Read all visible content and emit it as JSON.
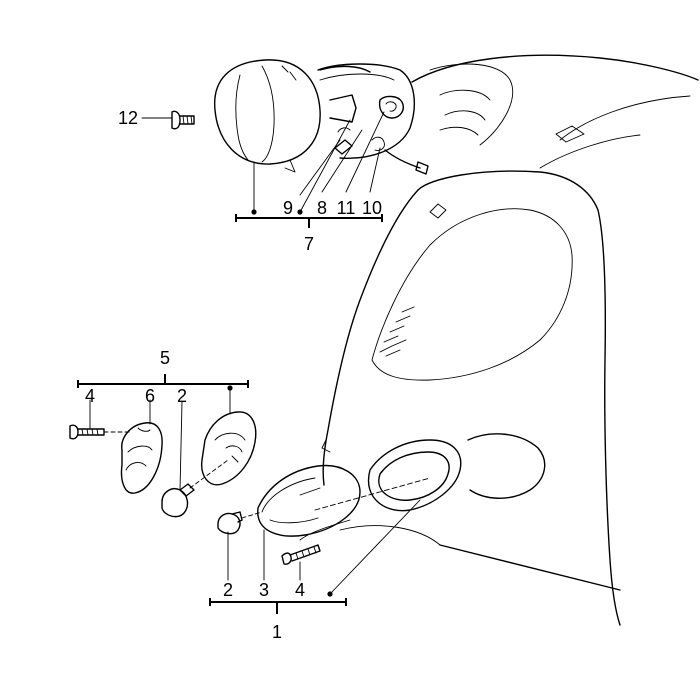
{
  "labels": {
    "l1": "1",
    "l2a": "2",
    "l2b": "2",
    "l3": "3",
    "l4a": "4",
    "l4b": "4",
    "l5": "5",
    "l6": "6",
    "l7": "7",
    "l8": "8",
    "l9": "9",
    "l10": "10",
    "l11": "11",
    "l12": "12"
  }
}
